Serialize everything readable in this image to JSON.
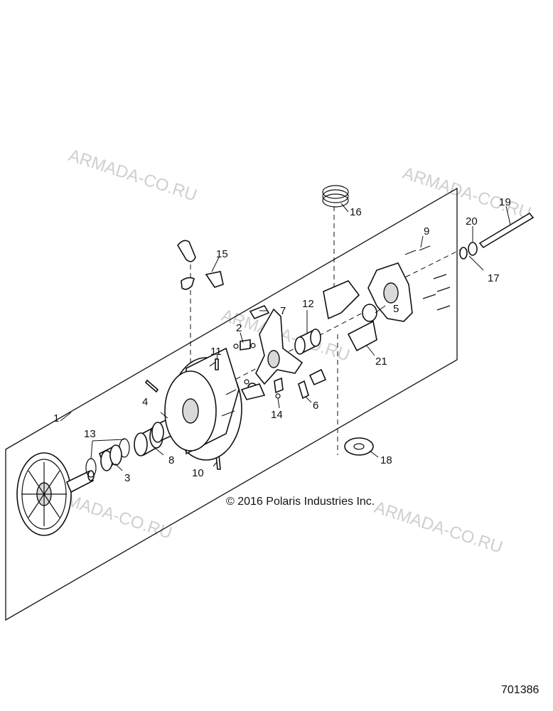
{
  "watermarks": [
    "ARMADA-CO.RU",
    "ARMADA-CO.RU",
    "ARMADA-CO.RU",
    "ARMADA-CO.RU",
    "ARMADA-CO.RU"
  ],
  "copyright": "© 2016 Polaris Industries Inc.",
  "figure_number": "701386",
  "callouts": {
    "c1": "1",
    "c2": "2",
    "c3": "3",
    "c4": "4",
    "c5": "5",
    "c6": "6",
    "c7": "7",
    "c8": "8",
    "c9": "9",
    "c10": "10",
    "c11": "11",
    "c12": "12",
    "c13": "13",
    "c14": "14",
    "c15": "15",
    "c16": "16",
    "c17": "17",
    "c18": "18",
    "c19": "19",
    "c20": "20",
    "c21": "21"
  }
}
